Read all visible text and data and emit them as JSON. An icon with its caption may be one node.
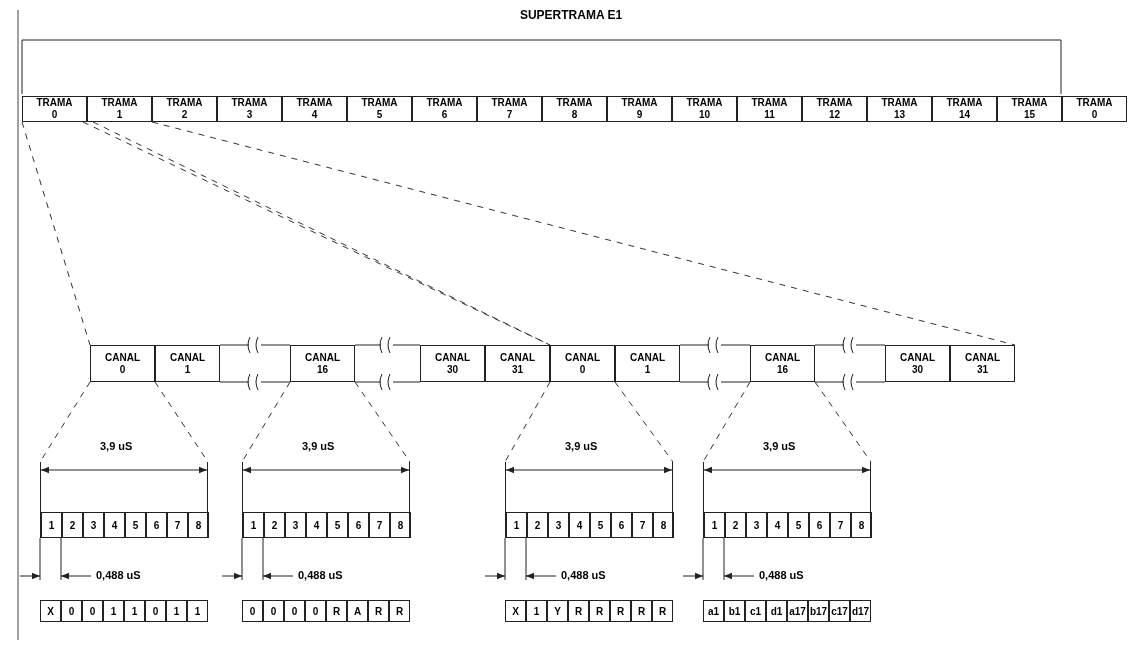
{
  "diagram": {
    "title": "SUPERTRAMA E1",
    "nodes": [
      {
        "text": [
          "TRAMA 0"
        ]
      },
      {
        "text": [
          "TRAMA 1"
        ]
      },
      {
        "text": [
          "TRAMA 2"
        ]
      },
      {
        "text": [
          "TRAMA 3"
        ]
      },
      {
        "text": [
          "TRAMA 4"
        ]
      },
      {
        "text": [
          "TRAMA 5"
        ]
      },
      {
        "text": [
          "TRAMA 6"
        ]
      },
      {
        "text": [
          "TRAMA 7"
        ]
      },
      {
        "text": [
          "TRAMA 8"
        ]
      },
      {
        "text": [
          "TRAMA 9"
        ]
      },
      {
        "text": [
          "TRAMA 10"
        ]
      },
      {
        "text": [
          "TRAMA 11"
        ]
      },
      {
        "text": [
          "TRAMA 12"
        ]
      },
      {
        "text": [
          "TRAMA 13"
        ]
      },
      {
        "text": [
          "TRAMA 14"
        ]
      },
      {
        "text": [
          "TRAMA 15"
        ]
      },
      {
        "text": [
          "TRAMA 0"
        ]
      },
      {
        "text": [
          "CANAL 0"
        ]
      },
      {
        "text": [
          "CANAL 1"
        ]
      },
      {
        "text": [
          "CANAL 16"
        ]
      },
      {
        "text": [
          "CANAL 30"
        ]
      },
      {
        "text": [
          "CANAL 31"
        ]
      },
      {
        "text": [
          "CANAL 0"
        ]
      },
      {
        "text": [
          "CANAL 1"
        ]
      },
      {
        "text": [
          "CANAL 16"
        ]
      },
      {
        "text": [
          "CANAL 30"
        ]
      },
      {
        "text": [
          "CANAL 31"
        ]
      },
      {
        "text": [],
        "shape": "bracket"
      },
      {
        "text": [
          "1"
        ],
        "in": 27
      },
      {
        "text": [
          "2"
        ],
        "in": 27
      },
      {
        "text": [
          "3"
        ],
        "in": 27
      },
      {
        "text": [
          "4"
        ],
        "in": 27
      },
      {
        "text": [
          "5"
        ],
        "in": 27
      },
      {
        "text": [
          "6"
        ],
        "in": 27
      },
      {
        "text": [
          "7"
        ],
        "in": 27
      },
      {
        "text": [
          "8"
        ],
        "in": 27
      },
      {
        "text": [],
        "shape": "bracket"
      },
      {
        "text": [
          "1"
        ],
        "in": 36
      },
      {
        "text": [
          "2"
        ],
        "in": 36
      },
      {
        "text": [
          "3"
        ],
        "in": 36
      },
      {
        "text": [
          "4"
        ],
        "in": 36
      },
      {
        "text": [
          "5"
        ],
        "in": 36
      },
      {
        "text": [
          "6"
        ],
        "in": 36
      },
      {
        "text": [
          "7"
        ],
        "in": 36
      },
      {
        "text": [
          "8"
        ],
        "in": 36
      },
      {
        "text": [],
        "shape": "bracket"
      },
      {
        "text": [
          "1"
        ],
        "in": 45
      },
      {
        "text": [
          "2"
        ],
        "in": 45
      },
      {
        "text": [
          "3"
        ],
        "in": 45
      },
      {
        "text": [
          "4"
        ],
        "in": 45
      },
      {
        "text": [
          "5"
        ],
        "in": 45
      },
      {
        "text": [
          "6"
        ],
        "in": 45
      },
      {
        "text": [
          "7"
        ],
        "in": 45
      },
      {
        "text": [
          "8"
        ],
        "in": 45
      },
      {
        "text": [],
        "shape": "bracket"
      },
      {
        "text": [
          "1"
        ],
        "in": 54
      },
      {
        "text": [
          "2"
        ],
        "in": 54
      },
      {
        "text": [
          "3"
        ],
        "in": 54
      },
      {
        "text": [
          "4"
        ],
        "in": 54
      },
      {
        "text": [
          "5"
        ],
        "in": 54
      },
      {
        "text": [
          "6"
        ],
        "in": 54
      },
      {
        "text": [
          "7"
        ],
        "in": 54
      },
      {
        "text": [
          "8"
        ],
        "in": 54
      },
      {
        "text": [
          "X"
        ]
      },
      {
        "text": [
          "0"
        ]
      },
      {
        "text": [
          "0"
        ]
      },
      {
        "text": [
          "1"
        ]
      },
      {
        "text": [
          "1"
        ]
      },
      {
        "text": [
          "0"
        ]
      },
      {
        "text": [
          "1"
        ]
      },
      {
        "text": [
          "1"
        ]
      },
      {
        "text": [
          "0"
        ]
      },
      {
        "text": [
          "0"
        ]
      },
      {
        "text": [
          "0"
        ]
      },
      {
        "text": [
          "0"
        ]
      },
      {
        "text": [
          "R"
        ]
      },
      {
        "text": [
          "A"
        ]
      },
      {
        "text": [
          "R"
        ]
      },
      {
        "text": [
          "R"
        ]
      },
      {
        "text": [
          "X"
        ]
      },
      {
        "text": [
          "1"
        ]
      },
      {
        "text": [
          "Y"
        ]
      },
      {
        "text": [
          "R"
        ]
      },
      {
        "text": [
          "R"
        ]
      },
      {
        "text": [
          "R"
        ]
      },
      {
        "text": [
          "R"
        ]
      },
      {
        "text": [
          "R"
        ]
      },
      {
        "text": [
          "a1"
        ]
      },
      {
        "text": [
          "b1"
        ]
      },
      {
        "text": [
          "c1"
        ]
      },
      {
        "text": [
          "d1"
        ]
      },
      {
        "text": [
          "a17"
        ]
      },
      {
        "text": [
          "b17"
        ]
      },
      {
        "text": [
          "c17"
        ]
      },
      {
        "text": [
          "d17"
        ]
      }
    ],
    "edges": [
      {
        "from": 0,
        "to": 17,
        "arrow": "none",
        "style": "dashed"
      },
      {
        "from": 0,
        "to": 21,
        "arrow": "none",
        "style": "dashed"
      },
      {
        "from": 1,
        "to": 22,
        "arrow": "none",
        "style": "dashed"
      },
      {
        "from": 1,
        "to": 26,
        "arrow": "none",
        "style": "dashed"
      },
      {
        "from": 17,
        "to": 27,
        "arrow": "none",
        "style": "dashed"
      },
      {
        "from": 17,
        "to": 27,
        "arrow": "none",
        "style": "dashed"
      },
      {
        "from": 19,
        "to": 36,
        "arrow": "none",
        "style": "dashed"
      },
      {
        "from": 19,
        "to": 36,
        "arrow": "none",
        "style": "dashed"
      },
      {
        "from": 22,
        "to": 45,
        "arrow": "none",
        "style": "dashed"
      },
      {
        "from": 22,
        "to": 45,
        "arrow": "none",
        "style": "dashed"
      },
      {
        "from": 24,
        "to": 54,
        "arrow": "none",
        "style": "dashed"
      },
      {
        "from": 24,
        "to": 54,
        "arrow": "none",
        "style": "dashed"
      }
    ],
    "labels": [
      "3,9 uS",
      "3,9 uS",
      "3,9 uS",
      "3,9 uS",
      "0,488 uS",
      "0,488 uS",
      "0,488 uS",
      "0,488 uS"
    ]
  }
}
